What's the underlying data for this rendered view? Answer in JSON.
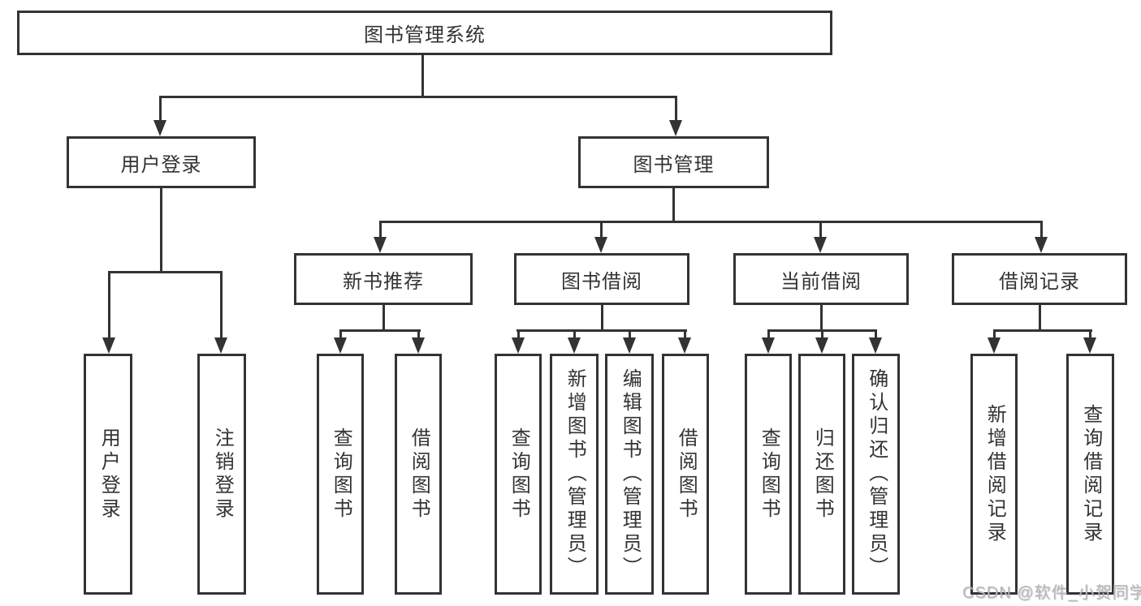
{
  "tree": {
    "root": {
      "label": "图书管理系统"
    },
    "branches": [
      {
        "label": "用户登录",
        "children": [
          "用户登录",
          "注销登录"
        ]
      },
      {
        "label": "图书管理",
        "groups": [
          {
            "label": "新书推荐",
            "children": [
              "查询图书",
              "借阅图书"
            ]
          },
          {
            "label": "图书借阅",
            "children": [
              "查询图书",
              "新增图书（管理员）",
              "编辑图书（管理员）",
              "借阅图书"
            ]
          },
          {
            "label": "当前借阅",
            "children": [
              "查询图书",
              "归还图书",
              "确认归还（管理员）"
            ]
          },
          {
            "label": "借阅记录",
            "children": [
              "新增借阅记录",
              "查询借阅记录"
            ]
          }
        ]
      }
    ]
  },
  "watermark": {
    "text": "CSDN @软件_小贺同学"
  },
  "colors": {
    "line": "#333333",
    "text": "#333333",
    "watermark": "#b8b8b8",
    "background": "#ffffff"
  }
}
